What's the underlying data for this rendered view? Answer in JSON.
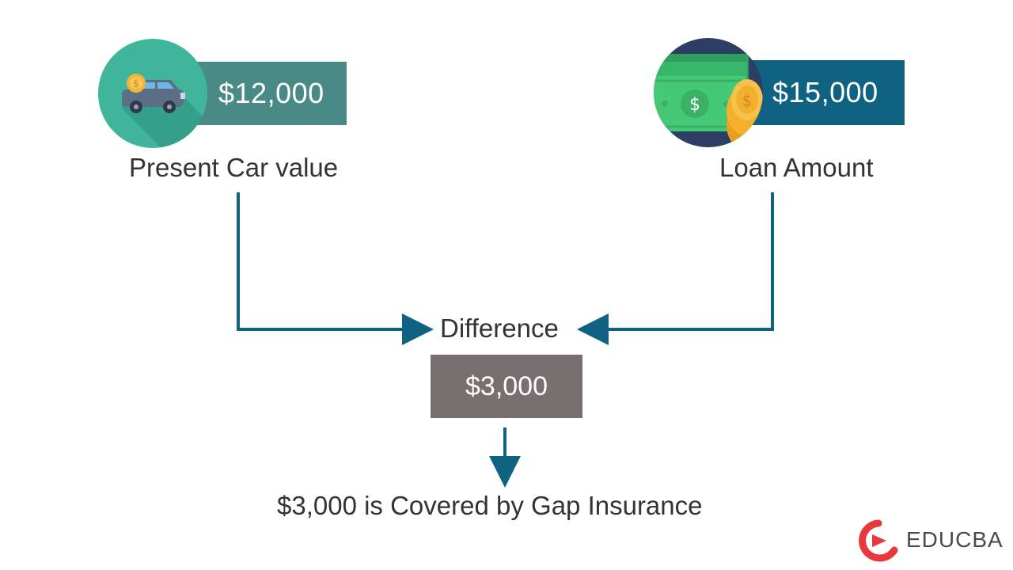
{
  "car": {
    "value": "$12,000",
    "label": "Present Car value",
    "icon": "car-coin-icon"
  },
  "loan": {
    "value": "$15,000",
    "label": "Loan Amount",
    "icon": "cash-coins-icon"
  },
  "difference": {
    "label": "Difference",
    "value": "$3,000"
  },
  "result": {
    "text": "$3,000 is Covered by Gap Insurance"
  },
  "logo": {
    "text": "EDUCBA"
  },
  "colors": {
    "car_box": "#4a8a86",
    "loan_box": "#0f6282",
    "diff_box": "#787070",
    "arrow": "#0f6282",
    "car_circle": "#3fb59c",
    "cash_circle": "#2c3e64",
    "logo_red": "#e8383d"
  }
}
